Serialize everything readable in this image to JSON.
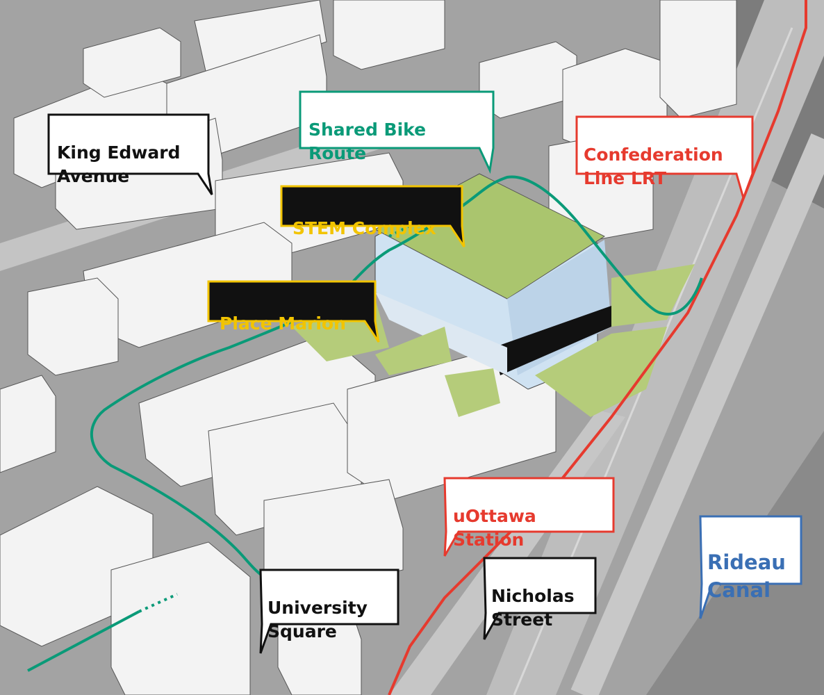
{
  "colors": {
    "bike_route": "#0a9a78",
    "lrt": "#e63a2e",
    "canal": "#3a6fb4",
    "highlight": "#f2c400",
    "green_roof": "#a9c46a",
    "building_fill": "#f2f2f2",
    "background": "#9c9c9c"
  },
  "labels": {
    "king_edward": "King Edward\nAvenue",
    "shared_bike": "Shared Bike\nRoute",
    "confederation": "Confederation\nLine LRT",
    "stem": "STEM Complex",
    "place_marion": "Place Marion",
    "uottawa_station": "uOttawa\nStation",
    "rideau_canal": "Rideau\nCanal",
    "nicholas": "Nicholas\nStreet",
    "university_square": "University\nSquare"
  }
}
